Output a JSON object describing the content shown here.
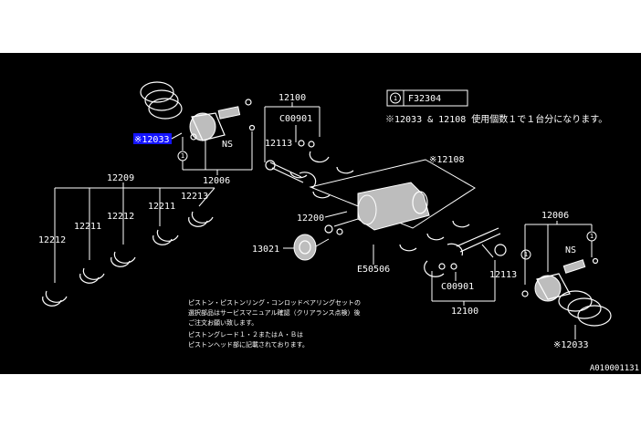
{
  "labels": {
    "p12100_top": "12100",
    "c00901_top": "C00901",
    "p12113_top": "12113",
    "ns_left": "NS",
    "p12006_left": "12006",
    "p12033_left": "※12033",
    "p12209": "12209",
    "p12213": "12213",
    "p12211_a": "12211",
    "p12212_a": "12212",
    "p12211_b": "12211",
    "p12212_b": "12212",
    "p12200": "12200",
    "p13021": "13021",
    "e50506": "E50506",
    "p12108": "※12108",
    "p12006_right": "12006",
    "ns_right": "NS",
    "p12113_bottom": "12113",
    "c00901_bottom": "C00901",
    "p12100_bottom": "12100",
    "p12033_right": "※12033",
    "circle_one": "1",
    "ref_code": "F32304",
    "footer_id": "A010001131"
  },
  "notes": {
    "top_note": "※12033 & 12108 使用個数１で１台分になります。",
    "bottom_1": "ピストン・ピストンリング・コンロッドベアリングセットの",
    "bottom_2": "選択部品はサービスマニュアル確認（クリアランス点検）後",
    "bottom_3": "ご注文お願い致します。",
    "bottom_4": "ピストングレード１・２またはＡ・Ｂは",
    "bottom_5": "ピストンヘッド部に記載されております。"
  },
  "colors": {
    "background": "#000000",
    "linework": "#ffffff",
    "highlight": "#1414ff",
    "page": "#ffffff"
  }
}
